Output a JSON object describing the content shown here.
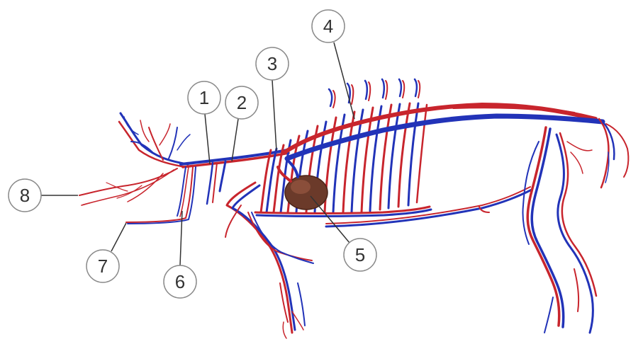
{
  "colors": {
    "background": "#ffffff",
    "artery": "#c8252d",
    "vein": "#2233b8",
    "heart": "#6b3a2a",
    "callout_stroke": "#8a8a8a",
    "callout_text": "#333333"
  },
  "callouts": [
    {
      "id": "1",
      "label": "1"
    },
    {
      "id": "2",
      "label": "2"
    },
    {
      "id": "3",
      "label": "3"
    },
    {
      "id": "4",
      "label": "4"
    },
    {
      "id": "5",
      "label": "5"
    },
    {
      "id": "6",
      "label": "6"
    },
    {
      "id": "7",
      "label": "7"
    },
    {
      "id": "8",
      "label": "8"
    }
  ]
}
